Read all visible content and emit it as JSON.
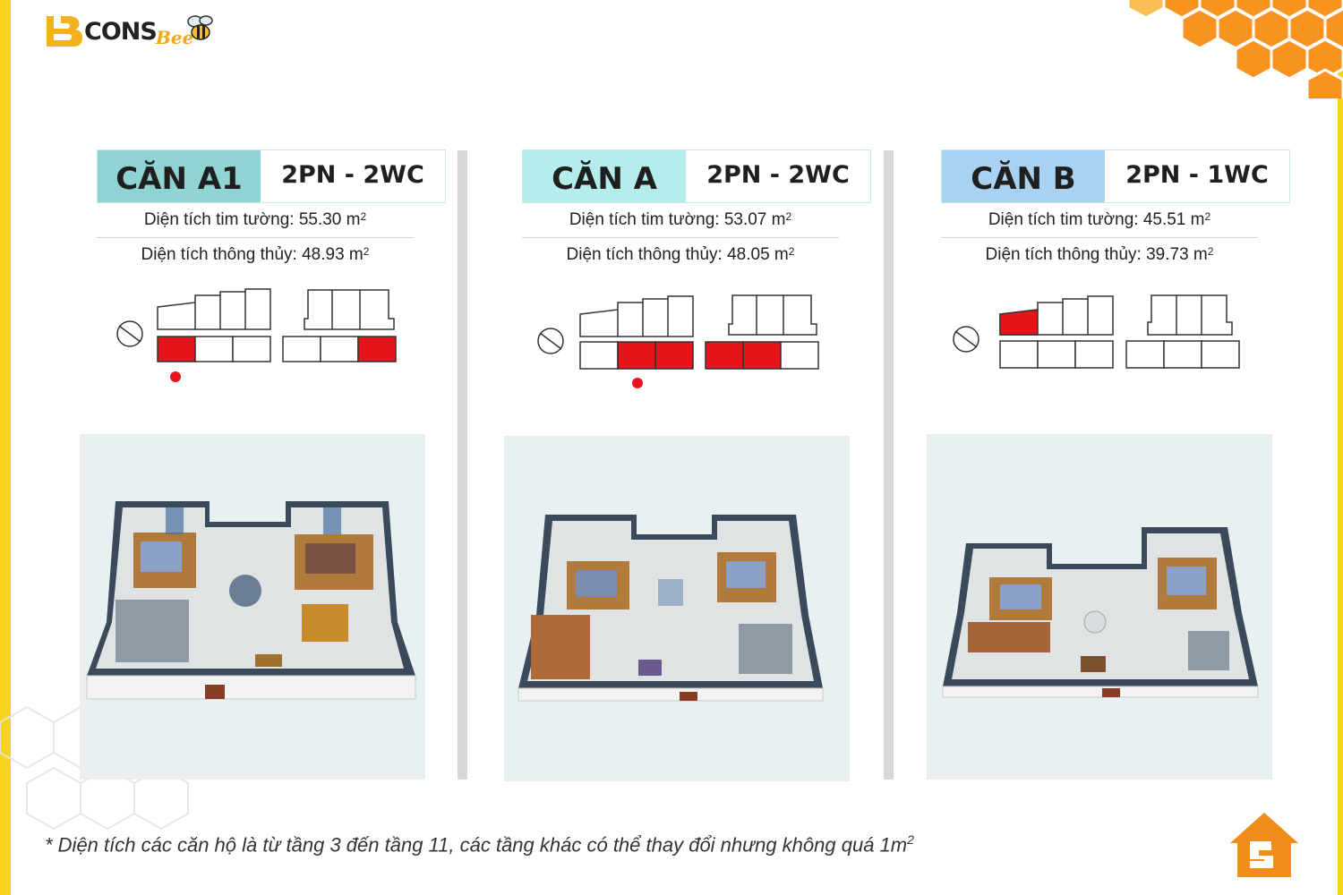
{
  "brand": {
    "logo_text": "CONS",
    "logo_accent": "Bee",
    "accent_color": "#f7d21e",
    "orange_color": "#f28c1b"
  },
  "units": [
    {
      "name": "CĂN A1",
      "rooms": "2PN - 2WC",
      "header_color": "#8fd3d2",
      "wall_area_label": "Diện tích tim tường: 55.30  m",
      "wall_area_unit_sup": "2",
      "net_area_label": "Diện tích thông thủy: 48.93 m",
      "net_area_unit_sup": "2"
    },
    {
      "name": "CĂN A",
      "rooms": "2PN - 2WC",
      "header_color": "#b5ecec",
      "wall_area_label": "Diện tích tim tường: 53.07  m",
      "wall_area_unit_sup": "2",
      "net_area_label": "Diện tích thông thủy: 48.05 m",
      "net_area_unit_sup": "2"
    },
    {
      "name": "CĂN B",
      "rooms": "2PN - 1WC",
      "header_color": "#a9d1f2",
      "wall_area_label": "Diện tích tim tường: 45.51  m",
      "wall_area_unit_sup": "2",
      "net_area_label": "Diện tích thông thủy: 39.73 m",
      "net_area_unit_sup": "2"
    }
  ],
  "keyplan_highlight_color": "#e8141c",
  "footnote": {
    "text": "* Diện tích các căn hộ là từ tầng 3 đến tầng 11, các tầng khác có thể thay đổi nhưng không quá 1m",
    "sup": "2"
  }
}
